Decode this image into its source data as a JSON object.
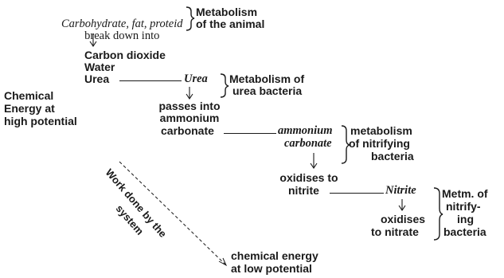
{
  "nodes": {
    "nutrients_line1": "Carbohydrate, fat, proteid",
    "nutrients_line2": "break down into",
    "animal_metabolism_line1": "Metabolism",
    "animal_metabolism_line2": "of the animal",
    "products_line1": "Carbon dioxide",
    "products_line2": "Water",
    "products_line3": "Urea",
    "urea_italic": "Urea",
    "urea_bacteria_line1": "Metabolism of",
    "urea_bacteria_line2": "urea bacteria",
    "passes_line1": "passes into",
    "passes_line2": "ammonium",
    "passes_line3": "carbonate",
    "ammonium_italic_line1": "ammonium",
    "ammonium_italic_line2": "carbonate",
    "nitrifying_line1": "metabolism",
    "nitrifying_line2": "of nitrifying",
    "nitrifying_line3": "bacteria",
    "oxidises_nitrite_line1": "oxidises to",
    "oxidises_nitrite_line2": "nitrite",
    "nitrite_italic": "Nitrite",
    "metm_line1": "Metm. of",
    "metm_line2": "nitrify-",
    "metm_line3": "ing",
    "metm_line4": "bacteria",
    "oxidises_nitrate_line1": "oxidises",
    "oxidises_nitrate_line2": "to nitrate",
    "chemical_high_line1": "Chemical",
    "chemical_high_line2": "Energy at",
    "chemical_high_line3": "high potential",
    "chemical_low_line1": "chemical energy",
    "chemical_low_line2": "at low potential",
    "work_line1": "Work done by the",
    "work_line2": "system"
  },
  "colors": {
    "ink": "#1a1a1a",
    "background": "#ffffff"
  },
  "icons": {
    "arrow": "down-arrow-icon",
    "brace": "right-brace-icon"
  }
}
